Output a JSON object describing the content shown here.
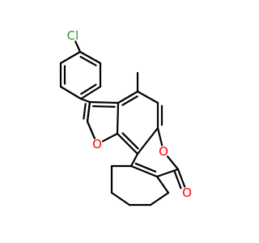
{
  "molecule": {
    "atoms": {
      "chlorine": {
        "symbol": "Cl",
        "color": "#2e9e2e"
      },
      "furan_oxygen": {
        "symbol": "O",
        "color": "#ff0000"
      },
      "lactone_ring_oxygen": {
        "symbol": "O",
        "color": "#ff0000"
      },
      "carbonyl_oxygen": {
        "symbol": "O",
        "color": "#ff0000"
      }
    },
    "bond_color": "#000000",
    "background": "#ffffff"
  }
}
